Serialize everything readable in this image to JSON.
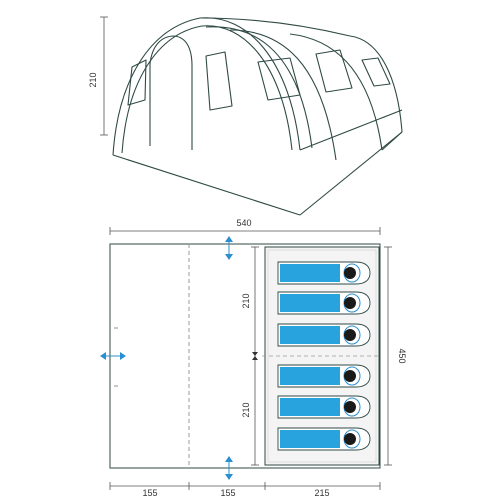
{
  "colors": {
    "outline": "#2f4a45",
    "dimension_line": "#555555",
    "dashed_line": "#9a9a9a",
    "sleeping_bag": "#29a3dd",
    "arrow": "#2a8fd0",
    "inner_tent_fill": "#f4f4f4"
  },
  "icons": {
    "dimension_arrow": "double-headed-arrow",
    "sleeping_bag_head": "pillow-head-icon"
  },
  "elevation": {
    "height_label": "210"
  },
  "floor_plan": {
    "overall_width_label": "540",
    "depth_label": "450",
    "bedroom_upper_label": "210",
    "bedroom_lower_label": "210",
    "bottom_labels": [
      "155",
      "155",
      "215"
    ],
    "sleeping_places": 6
  }
}
